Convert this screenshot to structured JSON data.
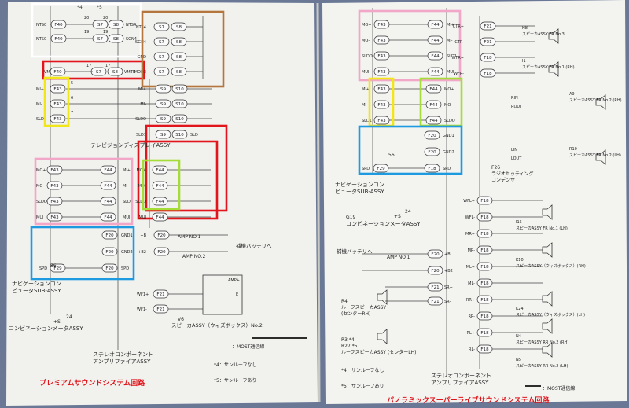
{
  "captions": {
    "premium": "プレミアムサウンドシステム回路",
    "panoramic": "パノラミックスーパーライブサウンドシステム回路"
  },
  "colors": {
    "caption_red": "#e0141b",
    "highlight_pink": "#f2a6c8",
    "highlight_yellow": "#f0e61a",
    "highlight_green": "#a6dc37",
    "highlight_blue": "#1e9be0",
    "highlight_red": "#e3151c",
    "highlight_brown": "#b5763e",
    "highlight_white": "#ffffff"
  },
  "left": {
    "tv_display_label": "テレビジョンディスプレイASSY",
    "nav_unit_label": [
      "ナビゲーションコン",
      "ピュータSUB-ASSY"
    ],
    "meter_label": "コンビネーションメータASSY",
    "meter_pin": "+S",
    "meter_num": "24",
    "amp_label": [
      "ステレオコンポーネント",
      "アンプリファイアASSY"
    ],
    "speaker_label": "スピーカASSY（ウィズボックス）No.2",
    "speaker_id": "V6",
    "amp1": "AMP NO.1",
    "amp2": "AMP NO.2",
    "battery": "補機バッテリへ",
    "legend_most": "：MOST通信線",
    "legend_4": "*4：サンルーフなし",
    "legend_5": "*5：サンルーフあり",
    "pin_56": "56",
    "pin_24": "24",
    "col_4": "*4",
    "col_5": "*5",
    "nts_rows": [
      {
        "l": "NTS0",
        "c": "F40",
        "a": "20",
        "b": "20",
        "s1": "S7",
        "s2": "S8",
        "r": "NTS4"
      },
      {
        "l": "NTS0",
        "c": "F40",
        "a": "19",
        "b": "19",
        "s1": "S7",
        "s2": "S8",
        "r": "SGN4"
      }
    ],
    "vmtr": {
      "l": "VMTR",
      "c": "F40",
      "a": "17",
      "b": "17",
      "s1": "S7",
      "s2": "S8",
      "r": "VMTR"
    },
    "mid_rows": [
      {
        "l": "MI+",
        "c": "F43",
        "n": "5",
        "s1": "S9",
        "s2": "S10",
        "r": "MI+"
      },
      {
        "l": "MI-",
        "c": "F43",
        "n": "6",
        "s1": "S9",
        "s2": "S10",
        "r": "MI-"
      },
      {
        "l": "SLD1",
        "c": "F43",
        "n": "7",
        "s1": "S9",
        "s2": "S10",
        "r": "SLDO"
      }
    ],
    "brown_rows": [
      {
        "s1": "S7",
        "s2": "S8",
        "r": "NTS4"
      },
      {
        "s1": "S7",
        "s2": "S8",
        "r": "SGN4"
      },
      {
        "s1": "S7",
        "s2": "S8",
        "r": "GND"
      },
      {
        "s1": "S7",
        "s2": "S8",
        "r": "MOD3"
      }
    ],
    "s9_row": {
      "l": "SLD1",
      "s1": "S9",
      "s2": "S10",
      "r": "SLD"
    },
    "pink_rows": [
      {
        "l": "MO+",
        "c": "F43",
        "c2": "F44",
        "r": "MI+"
      },
      {
        "l": "MO-",
        "c": "F43",
        "c2": "F44",
        "r": "MI-"
      },
      {
        "l": "SLDO",
        "c": "F43",
        "c2": "F44",
        "r": "SLD1"
      },
      {
        "l": "MUI",
        "c": "F43",
        "c2": "F44",
        "r": "MUI"
      }
    ],
    "green_rows": [
      {
        "l": "MO+",
        "c": "F44"
      },
      {
        "l": "MO-",
        "c": "F44"
      },
      {
        "l": "SLDO",
        "c": "F44"
      },
      {
        "l": "MUI",
        "c": "F44"
      }
    ],
    "blue_rows": [
      {
        "c": "F20",
        "r": "GND1"
      },
      {
        "c": "F20",
        "r": "GND2"
      },
      {
        "l": "SPD",
        "c": "F29",
        "c2": "F20",
        "r": "SPD"
      }
    ],
    "amp_rows": [
      {
        "c": "F20",
        "r": "+B"
      },
      {
        "c": "F20",
        "r": "+B2"
      }
    ],
    "wf_rows": [
      {
        "l": "WF1+",
        "c": "F21"
      },
      {
        "l": "WF1-",
        "c": "F21"
      }
    ],
    "amp_box": {
      "t1": "AMP+",
      "t2": "E"
    }
  },
  "right": {
    "nav_unit_label": [
      "ナビゲーションコン",
      "ピュータSUB-ASSY"
    ],
    "meter_label": "コンビネーションメータASSY",
    "meter_id": "G19",
    "meter_pin": "+S",
    "meter_num": "24",
    "pin_56": "56",
    "battery": "補機バッテリへ",
    "amp1": "AMP NO.1",
    "amp_label": [
      "ステレオコンポーネント",
      "アンプリファイアASSY"
    ],
    "radio_label": [
      "F26",
      "ラジオセッティング",
      "コンデンサ"
    ],
    "legend_most": "：MOST通信線",
    "legend_4": "*4：サンルーフなし",
    "legend_5": "*5：サンルーフあり",
    "pink_rows": [
      {
        "l": "MO+",
        "c": "F43",
        "c2": "F44",
        "r": "MI+"
      },
      {
        "l": "MO-",
        "c": "F43",
        "c2": "F44",
        "r": "MI-"
      },
      {
        "l": "SLDO",
        "c": "F43",
        "c2": "F44",
        "r": "SLD1"
      },
      {
        "l": "MUI",
        "c": "F43",
        "c2": "F44",
        "r": "MUI"
      }
    ],
    "mid_rows": [
      {
        "l": "MI+",
        "c": "F43",
        "c2": "F44",
        "r": "MO+"
      },
      {
        "l": "MI-",
        "c": "F43",
        "c2": "F44",
        "r": "MO-"
      },
      {
        "l": "SLD1",
        "c": "F43",
        "c2": "F44",
        "r": "SLDO"
      }
    ],
    "blue_rows": [
      {
        "c": "F20",
        "r": "GND1"
      },
      {
        "c": "F20",
        "r": "GND2"
      },
      {
        "l": "SPD",
        "c": "F29",
        "c2": "F18",
        "r": "SPD"
      }
    ],
    "ctr_rows": [
      {
        "l": "CTR+",
        "c": "F21"
      },
      {
        "l": "CTR-",
        "c": "F21"
      },
      {
        "l": "WFR+",
        "c": "F18"
      },
      {
        "l": "WFR-",
        "c": "F18"
      }
    ],
    "spk_rows": [
      {
        "l": "WFL+",
        "c": "F18"
      },
      {
        "l": "WFL-",
        "c": "F18"
      },
      {
        "l": "MR+",
        "c": "F18"
      },
      {
        "l": "MR-",
        "c": "F18"
      },
      {
        "l": "ML+",
        "c": "F18"
      },
      {
        "l": "ML-",
        "c": "F18"
      },
      {
        "l": "RR+",
        "c": "F18"
      },
      {
        "l": "RR-",
        "c": "F18"
      },
      {
        "l": "RL+",
        "c": "F18"
      },
      {
        "l": "RL-",
        "c": "F18"
      }
    ],
    "amp_rows": [
      {
        "c": "F20",
        "r": "+B"
      },
      {
        "c": "F20",
        "r": "+B2"
      }
    ],
    "sr_rows": [
      {
        "c": "F21",
        "r": "SR+"
      },
      {
        "c": "F21",
        "r": "SR-"
      }
    ],
    "speakers": [
      {
        "id": "H8",
        "label": "スピーカASSY FR No.3"
      },
      {
        "id": "I1",
        "label": "スピーカASSY FR No.1 (RH)"
      },
      {
        "id": "A9",
        "label": "スピーカASSY FR No.2 (RH)"
      },
      {
        "id": "R10",
        "label": "スピーカASSY FR No.2 (LH)"
      },
      {
        "id": "I15",
        "label": "スピーカASSY FR No.1 (LH)"
      },
      {
        "id": "K10",
        "label": "スピーカASSY（ウィズボックス）(RH)"
      },
      {
        "id": "K24",
        "label": "スピーカASSY（ウィズボックス）(LH)"
      },
      {
        "id": "N4",
        "label": "スピーカASSY RR No.2 (RH)"
      },
      {
        "id": "N5",
        "label": "スピーカASSY RR No.2 (LH)"
      }
    ],
    "roof_r": [
      "R4",
      "ルーフスピーカASSY",
      "(センターRH)"
    ],
    "roof_l": [
      "R3 *4",
      "R27 *5",
      "ルーフスピーカASSY (センターLH)"
    ],
    "rin_rows": [
      "RIN",
      "ROUT",
      "LIN",
      "LOUT"
    ]
  }
}
